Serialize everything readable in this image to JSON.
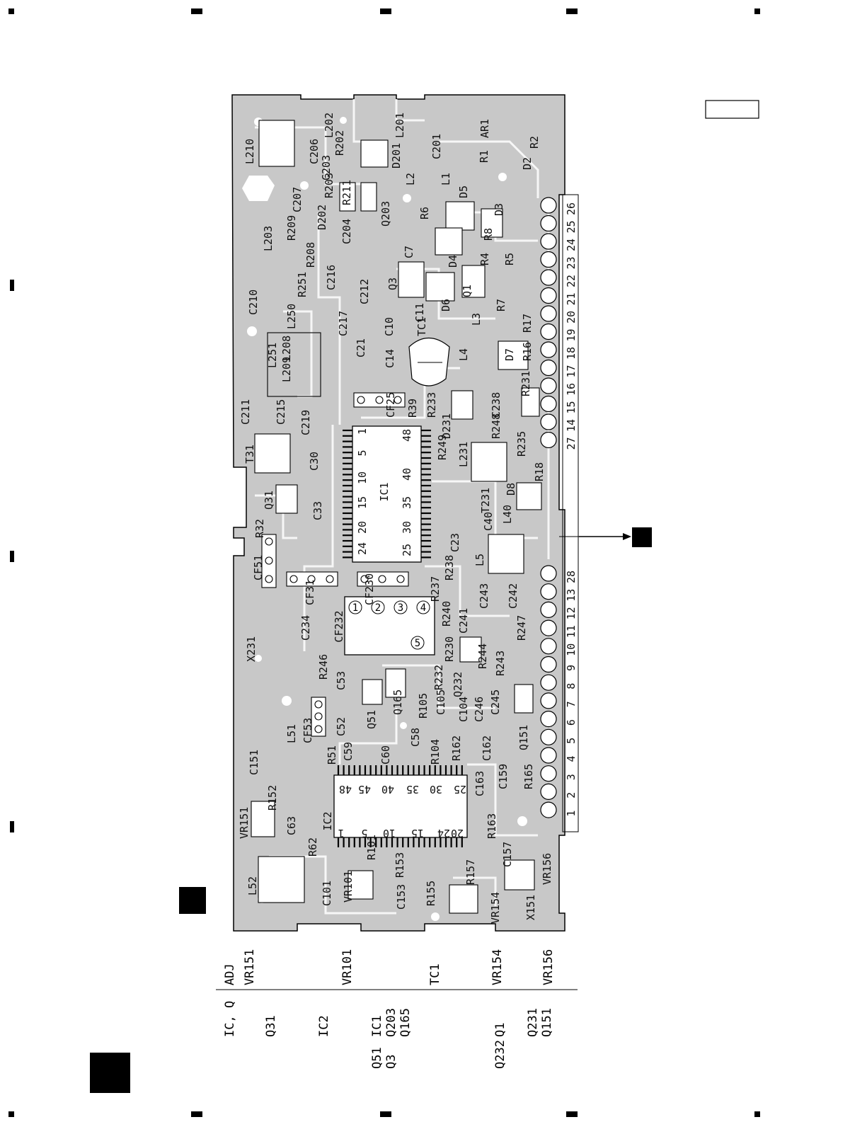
{
  "colors": {
    "board": "#c8c8c8",
    "outline": "#000000",
    "pad": "#ffffff",
    "marker": "#000000"
  },
  "pin_numbers_top": [
    "26",
    "25",
    "24",
    "23",
    "22",
    "21",
    "20",
    "19",
    "18",
    "17",
    "16",
    "15",
    "14",
    "27"
  ],
  "pin_numbers_bottom": [
    "28",
    "13",
    "12",
    "11",
    "10",
    "9",
    "8",
    "7",
    "6",
    "5",
    "4",
    "3",
    "2",
    "1"
  ],
  "board_labels": {
    "L210": "L210",
    "C206": "C206",
    "L202": "L202",
    "R202": "R202",
    "L201": "L201",
    "C203": "C203",
    "D201": "D201",
    "C201": "C201",
    "AR1": "AR1",
    "R1": "R1",
    "R2": "R2",
    "D2": "D2",
    "L2": "L2",
    "L1": "L1",
    "D5": "D5",
    "R211": "R211",
    "R203": "R203",
    "C207": "C207",
    "D202": "D202",
    "Q203": "Q203",
    "R6": "R6",
    "D3": "D3",
    "L203": "L203",
    "R209": "R209",
    "C204": "C204",
    "C7": "C7",
    "R8": "R8",
    "R208": "R208",
    "D4": "D4",
    "R4": "R4",
    "R5": "R5",
    "C210": "C210",
    "R251": "R251",
    "C216": "C216",
    "C212": "C212",
    "Q3": "Q3",
    "Q1": "Q1",
    "R7": "R7",
    "L250": "L250",
    "C11": "C11",
    "D6": "D6",
    "C217": "C217",
    "C10": "C10",
    "L3": "L3",
    "L251": "L251",
    "TC1": "TC1",
    "R17": "R17",
    "L208": "L208",
    "L209": "L209",
    "C21": "C21",
    "C14": "C14",
    "L4": "L4",
    "D7": "D7",
    "R16": "R16",
    "C211": "C211",
    "C215": "C215",
    "CF25": "CF25",
    "R39": "R39",
    "R233": "R233",
    "C238": "C238",
    "R231": "R231",
    "C219": "C219",
    "D231": "D231",
    "R248": "R248",
    "T31": "T31",
    "C30": "C30",
    "R249": "R249",
    "L231": "L231",
    "R235": "R235",
    "R18": "R18",
    "Q31": "Q31",
    "IC1": "IC1",
    "T231": "T231",
    "D8": "D8",
    "C33": "C33",
    "C40": "C40",
    "L40": "L40",
    "R32": "R32",
    "C23": "C23",
    "L5": "L5",
    "CF51": "CF51",
    "R238": "R238",
    "CF31": "CF31",
    "CF230": "CF230",
    "R237": "R237",
    "C243": "C243",
    "C242": "C242",
    "C234": "C234",
    "CF232": "CF232",
    "R240": "R240",
    "C241": "C241",
    "R247": "R247",
    "X231": "X231",
    "R230": "R230",
    "R244": "R244",
    "R243": "R243",
    "R246": "R246",
    "C53": "C53",
    "R232": "R232",
    "C105": "C105",
    "Q232": "Q232",
    "C104": "C104",
    "CF53": "CF53",
    "Q51": "Q51",
    "Q165": "Q165",
    "R105": "R105",
    "C246": "C246",
    "C245": "C245",
    "L51": "L51",
    "C52": "C52",
    "C60": "C60",
    "C58": "C58",
    "R104": "R104",
    "C162": "C162",
    "Q151": "Q151",
    "R51": "R51",
    "C59": "C59",
    "R162": "R162",
    "C151": "C151",
    "R152": "R152",
    "C163": "C163",
    "C159": "C159",
    "R165": "R165",
    "IC2": "IC2",
    "C63": "C63",
    "R163": "R163",
    "VR151": "VR151",
    "R62": "R62",
    "C157": "C157",
    "R101": "R101",
    "R153": "R153",
    "R157": "R157",
    "VR156": "VR156",
    "L52": "L52",
    "C101": "C101",
    "VR101": "VR101",
    "C153": "C153",
    "R155": "R155",
    "VR154": "VR154",
    "X151": "X151"
  },
  "ic1_pins": [
    "1",
    "5",
    "10",
    "15",
    "20",
    "24",
    "25",
    "30",
    "35",
    "40",
    "48"
  ],
  "ic2_pins": [
    "48",
    "45",
    "40",
    "35",
    "30",
    "25",
    "24",
    "20",
    "15",
    "10",
    "5",
    "1"
  ],
  "cf232_pins": [
    "1",
    "2",
    "3",
    "4",
    "5"
  ],
  "legend": {
    "adj_header": "ADJ",
    "adj_items": [
      "VR151",
      "VR101",
      "TC1",
      "VR154",
      "VR156"
    ],
    "ic_header": "IC, Q",
    "ic_col1": [
      "Q31",
      "IC2",
      "IC1",
      "Q203",
      "Q165",
      "Q1",
      "Q231",
      "Q151"
    ],
    "ic_col2": [
      "Q51",
      "Q3",
      "Q232"
    ]
  }
}
